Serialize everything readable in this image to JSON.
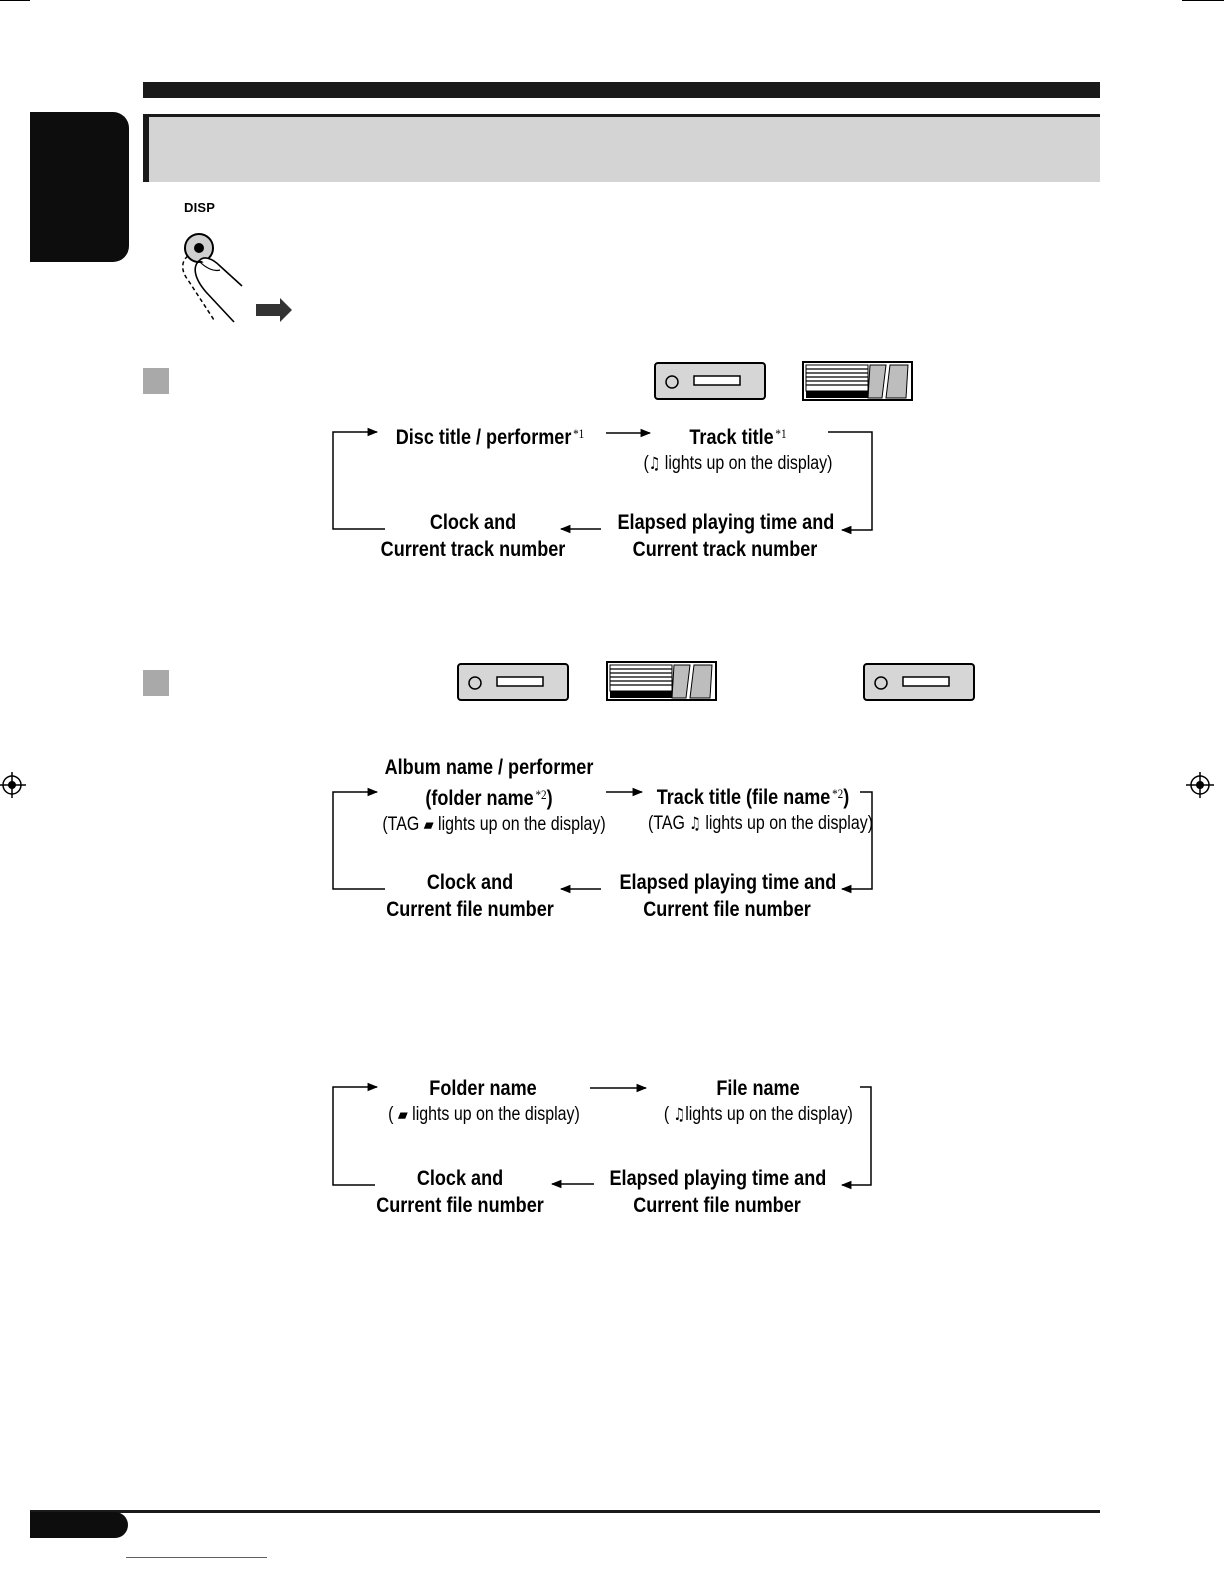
{
  "header": {
    "disp_button_label": "DISP"
  },
  "diagram_1": {
    "top_left": "Disc title / performer",
    "top_left_note": "*1",
    "top_right": "Track title",
    "top_right_note": "*1",
    "top_right_sub_prefix": "(",
    "top_right_sub_icon": "music-note-icon",
    "top_right_sub": "lights up on the display)",
    "bottom_right_line1": "Elapsed playing time and",
    "bottom_right_line2": "Current track number",
    "bottom_left_line1": "Clock and",
    "bottom_left_line2": "Current track number"
  },
  "diagram_2": {
    "top_left_line1": "Album name / performer",
    "top_left_line2": "(folder name",
    "top_left_note": "*2",
    "top_left_line2_end": ")",
    "top_left_sub_prefix": "(TAG",
    "top_left_sub_icon": "folder-icon",
    "top_left_sub": "lights up on the display)",
    "top_right": "Track title (file name",
    "top_right_note": "*2",
    "top_right_end": ")",
    "top_right_sub_prefix": "(TAG",
    "top_right_sub_icon": "music-note-icon",
    "top_right_sub": "lights up on the display)",
    "bottom_right_line1": "Elapsed playing time and",
    "bottom_right_line2": "Current file number",
    "bottom_left_line1": "Clock and",
    "bottom_left_line2": "Current file number"
  },
  "diagram_3": {
    "top_left": "Folder name",
    "top_left_sub_prefix": "(",
    "top_left_sub_icon": "folder-icon",
    "top_left_sub": "lights up on the display)",
    "top_right": "File name",
    "top_right_sub_prefix": "(",
    "top_right_sub_icon": "music-note-icon",
    "top_right_sub": "lights up on the display)",
    "bottom_right_line1": "Elapsed playing time and",
    "bottom_right_line2": "Current file number",
    "bottom_left_line1": "Clock and",
    "bottom_left_line2": "Current file number"
  },
  "colors": {
    "dark": "#1a1a1a",
    "section_fill": "#d4d4d4",
    "square_fill": "#a9a9a9",
    "link": "#3b5bd6"
  }
}
